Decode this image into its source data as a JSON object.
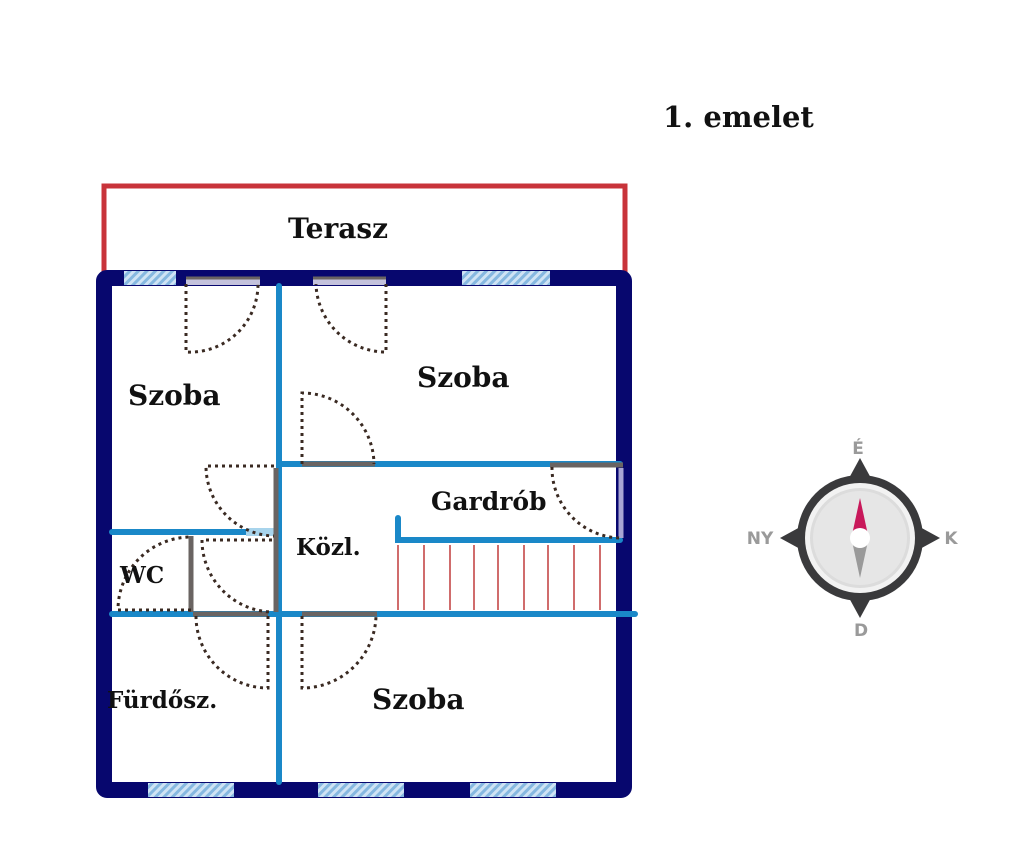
{
  "title": "1. emelet",
  "rooms": {
    "terrace": "Terasz",
    "room_top_left": "Szoba",
    "room_top_right": "Szoba",
    "wardrobe": "Gardrób",
    "hallway": "Közl.",
    "wc": "WC",
    "bathroom": "Fürdősz.",
    "room_bottom": "Szoba"
  },
  "compass": {
    "north": "É",
    "west": "NY",
    "east": "K",
    "south": "D"
  },
  "colors": {
    "outer_wall": "#07076e",
    "inner_wall": "#1a88c8",
    "terrace_rail": "#c8333a",
    "window": "#a8cbe8",
    "needle_north": "#c8185a"
  }
}
